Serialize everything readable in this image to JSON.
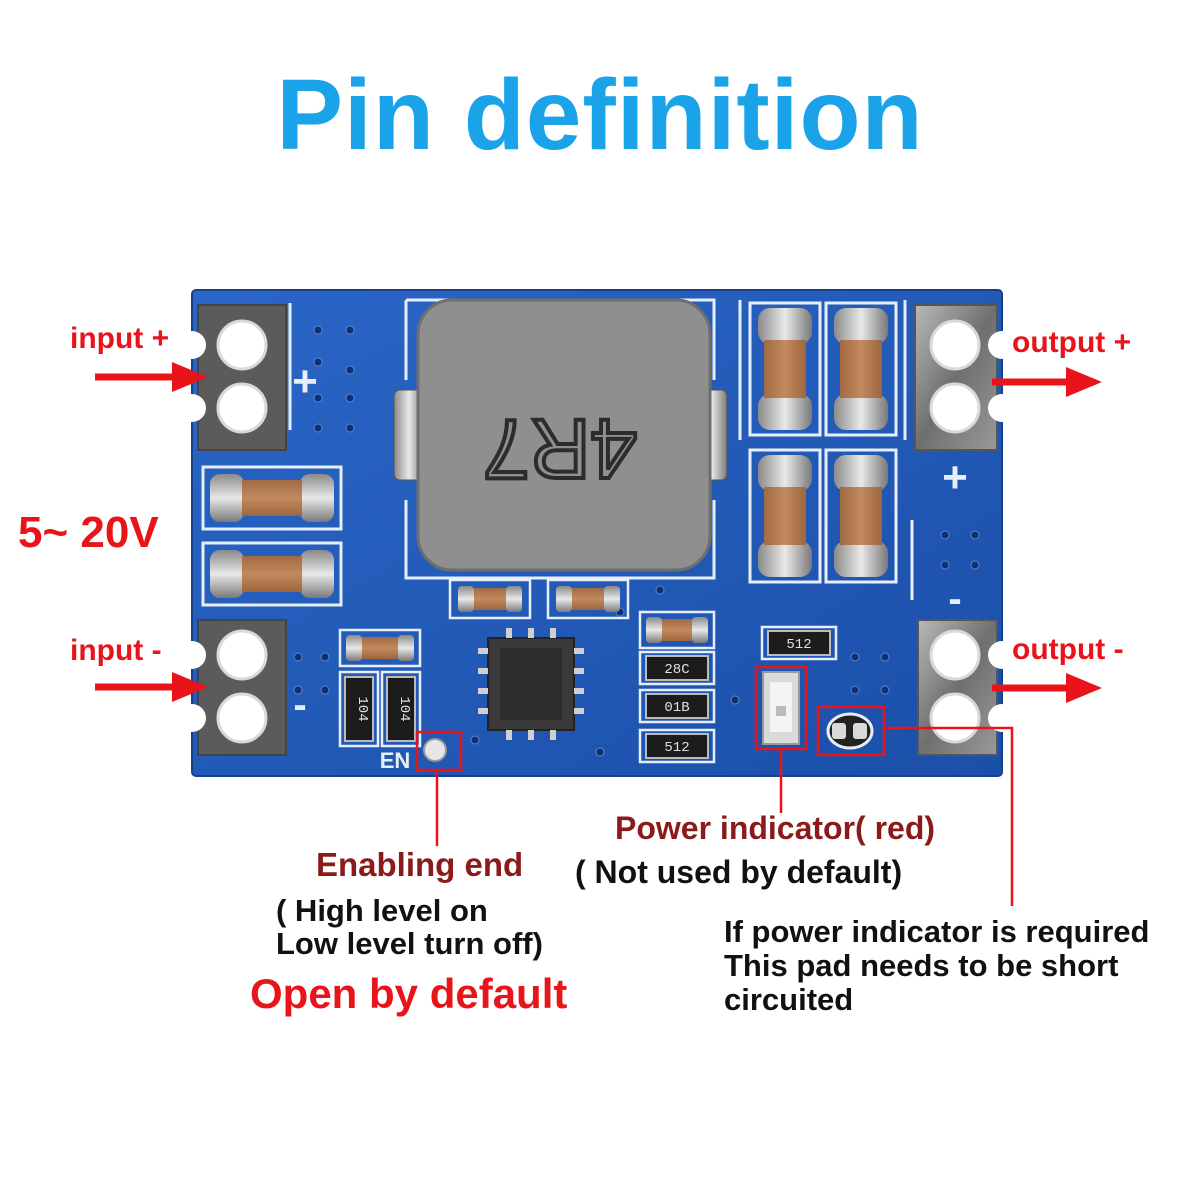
{
  "title": "Pin definition",
  "labels": {
    "input_plus": "input +",
    "input_minus": "input -",
    "voltage_range": "5~ 20V",
    "output_plus": "output +",
    "output_minus": "output -",
    "enabling_end": "Enabling end",
    "enabling_note_1": "( High level on",
    "enabling_note_2": "Low level turn off)",
    "open_default": "Open by default",
    "power_indicator": "Power indicator( red)",
    "not_used": "( Not used by default)",
    "pad_note_1": "If power indicator is required",
    "pad_note_2": "This pad needs to be short",
    "pad_note_3": "circuited"
  },
  "board_markings": {
    "inductor": "4R7",
    "enable_pin": "EN",
    "plus_left": "+",
    "minus_left": "-",
    "plus_right": "+",
    "minus_right": "-",
    "res_1": "104",
    "res_2": "104",
    "res_3": "512",
    "res_4": "28C",
    "res_5": "01B",
    "res_6": "512"
  },
  "colors": {
    "title": "#1aa3e8",
    "arrow": "#e8141a",
    "board": "#1f57b8",
    "callout_text": "#8b1a1a"
  }
}
